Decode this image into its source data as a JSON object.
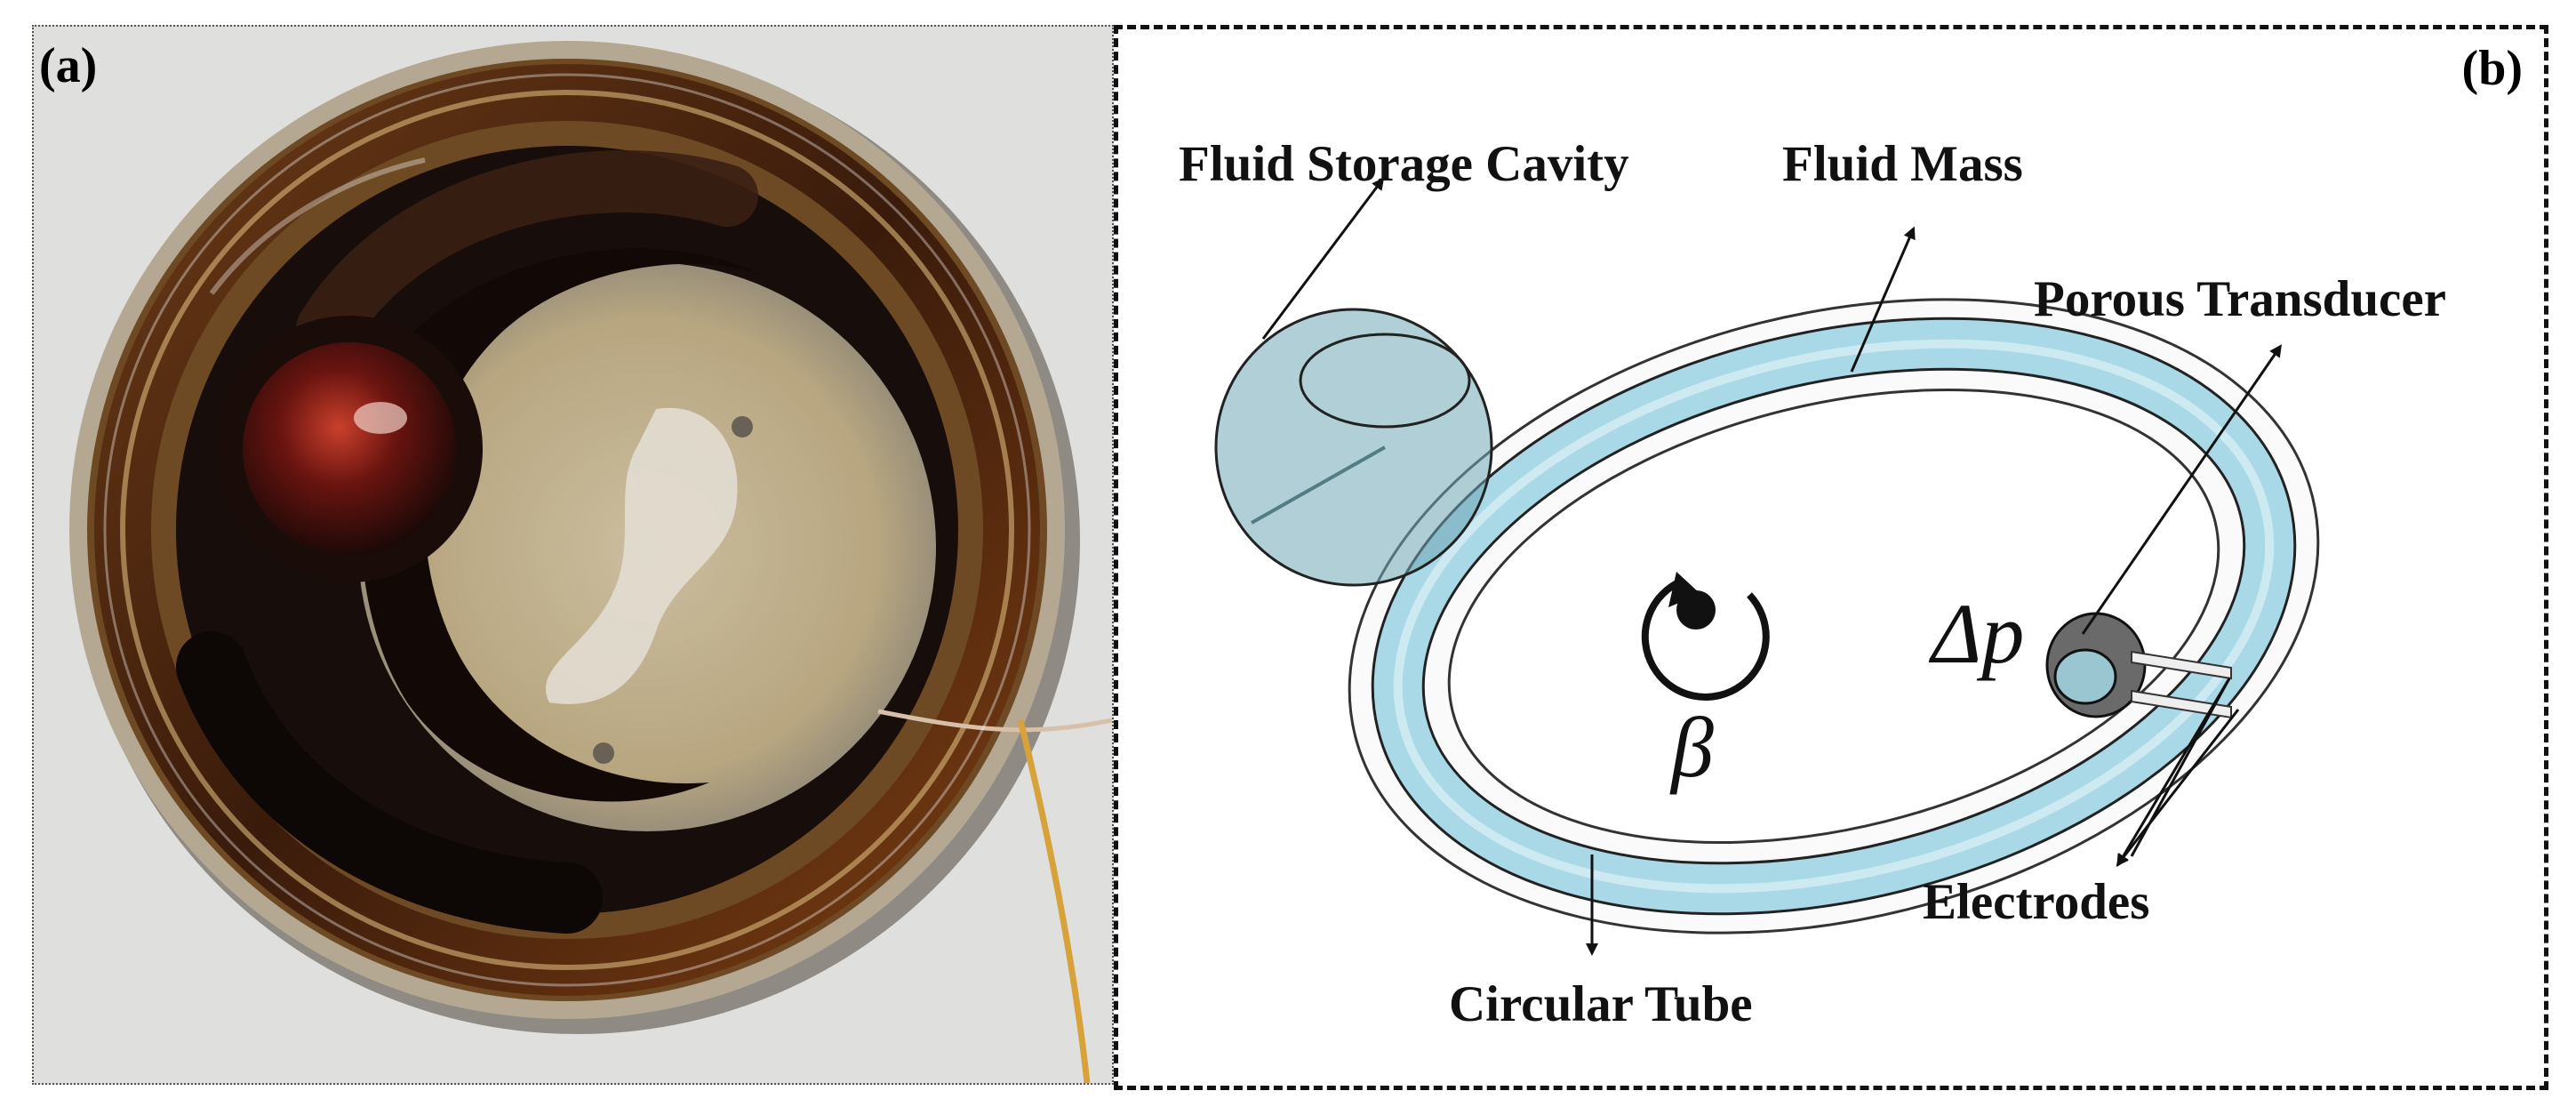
{
  "panel_a": {
    "label": "(a)"
  },
  "panel_b": {
    "label": "(b)",
    "fluid_storage_cavity": "Fluid Storage Cavity",
    "fluid_mass": "Fluid Mass",
    "porous_transducer": "Porous Transducer",
    "delta_p": "Δp",
    "beta": "β",
    "electrodes": "Electrodes",
    "circular_tube": "Circular Tube"
  },
  "colors": {
    "fluid": "#a9d8e6",
    "fluid_stroke": "#1a1a1a",
    "oil_dark": "#1a0f0c",
    "plate": "#b9ab93"
  }
}
